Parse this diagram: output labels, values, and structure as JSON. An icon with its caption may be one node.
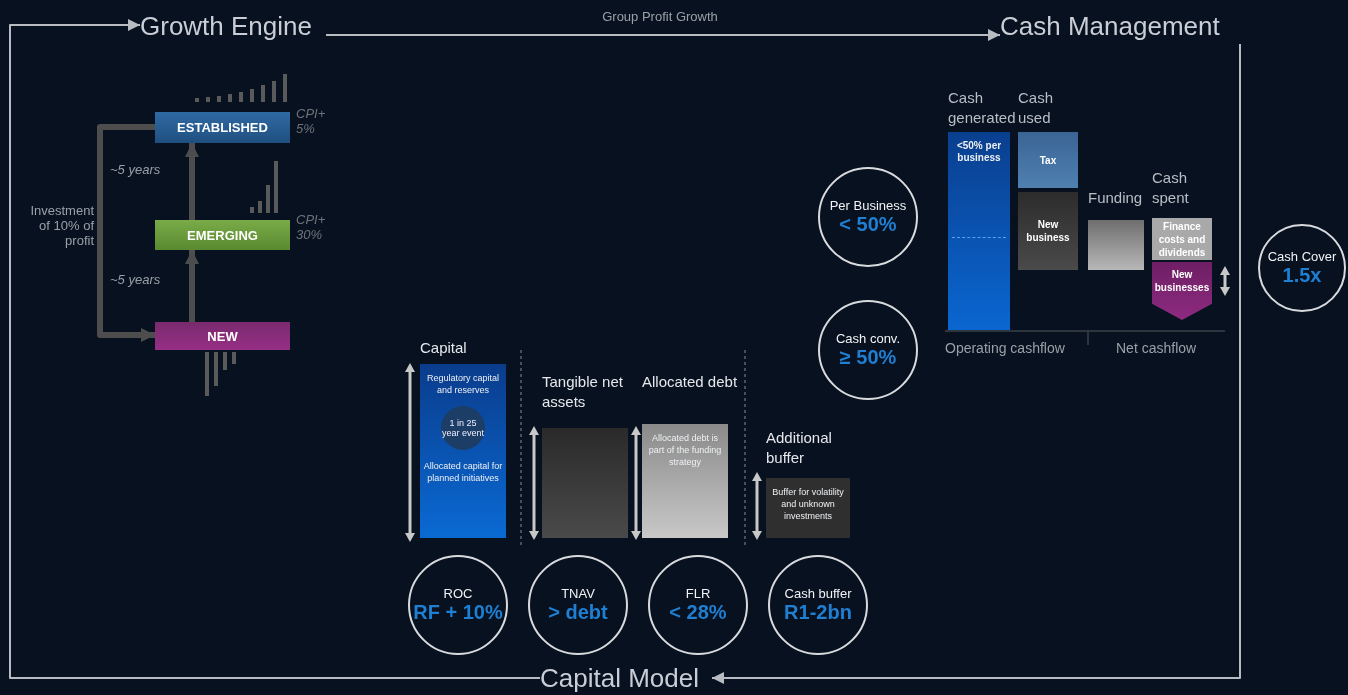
{
  "diagram": {
    "nodes": [
      {
        "text": [
          "Growth Engine"
        ]
      },
      {
        "text": [
          "Cash Management"
        ]
      },
      {
        "text": [
          "Capital Model"
        ]
      },
      {
        "text": [
          "ESTABLISHED"
        ],
        "beside": [
          "CPI+ 5%"
        ]
      },
      {
        "text": [
          "EMERGING"
        ],
        "beside": [
          "CPI+ 30%"
        ]
      },
      {
        "text": [
          "NEW"
        ]
      },
      {
        "text": [
          "Per Business",
          "< 50%"
        ]
      },
      {
        "text": [
          "Cash conv.",
          "≥ 50%"
        ]
      },
      {
        "text": [
          "Cash generated",
          "<50% per business"
        ]
      },
      {
        "text": [
          "Cash used"
        ]
      },
      {
        "text": [
          "Tax"
        ],
        "in": 9
      },
      {
        "text": [
          "New business"
        ],
        "in": 9
      },
      {
        "text": [
          "Funding"
        ]
      },
      {
        "text": [
          "Cash spent"
        ]
      },
      {
        "text": [
          "Finance costs and dividends"
        ],
        "in": 13
      },
      {
        "text": [
          "New businesses"
        ],
        "in": 13
      },
      {
        "text": [
          "Cash Cover",
          "1.5x"
        ]
      },
      {
        "text": [
          "Capital",
          "Regulatory capital and reserves",
          "Allocated capital for planned initiatives"
        ]
      },
      {
        "text": [
          "1 in 25 year event"
        ],
        "in": 17
      },
      {
        "text": [
          "Tangible net assets"
        ]
      },
      {
        "text": [
          "Allocated debt",
          "Allocated debt is part of the funding strategy"
        ]
      },
      {
        "text": [
          "Additional buffer",
          "Buffer for volatility and unknown investments"
        ]
      },
      {
        "text": [
          "ROC",
          "RF + 10%"
        ]
      },
      {
        "text": [
          "TNAV",
          "> debt"
        ]
      },
      {
        "text": [
          "FLR",
          "< 28%"
        ]
      },
      {
        "text": [
          "Cash buffer",
          "R1-2bn"
        ]
      }
    ],
    "edges": [
      {
        "from": 0,
        "to": 1,
        "arrow": "to",
        "label": "Group Profit Growth"
      },
      {
        "from": 1,
        "to": 2,
        "arrow": "to"
      },
      {
        "from": 2,
        "to": 0,
        "arrow": "to"
      },
      {
        "from": 5,
        "to": 4,
        "arrow": "to",
        "label": "~5 years",
        "style": "thick",
        "color": "#4d4d4d"
      },
      {
        "from": 4,
        "to": 3,
        "arrow": "to",
        "label": "~5 years",
        "style": "thick",
        "color": "#4d4d4d"
      },
      {
        "from": 3,
        "to": 5,
        "arrow": "to",
        "label": "Investment of 10% of profit",
        "style": "thick",
        "color": "#4d4d4d"
      }
    ],
    "labels": [
      "Operating cashflow",
      "Net cashflow"
    ]
  }
}
